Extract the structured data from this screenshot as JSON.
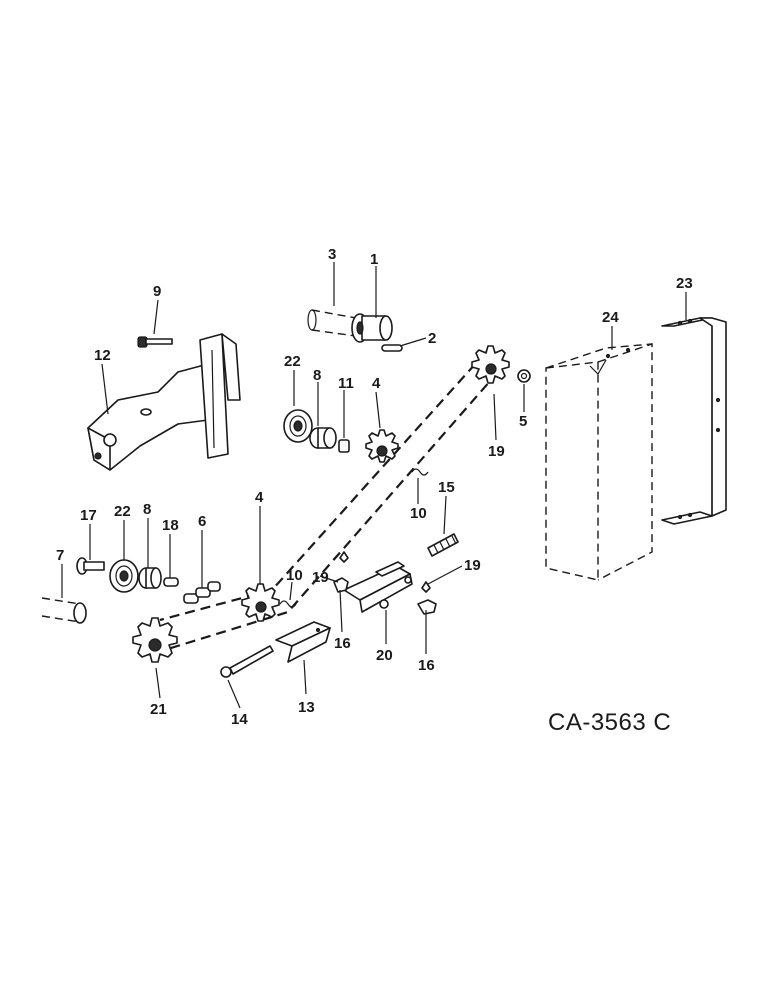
{
  "diagram": {
    "code": "CA-3563 C",
    "callouts": {
      "p1": "1",
      "p2": "2",
      "p3": "3",
      "p4a": "4",
      "p4b": "4",
      "p5": "5",
      "p6": "6",
      "p7": "7",
      "p8a": "8",
      "p8b": "8",
      "p9": "9",
      "p10a": "10",
      "p10b": "10",
      "p11": "11",
      "p12": "12",
      "p13": "13",
      "p14": "14",
      "p15": "15",
      "p16a": "16",
      "p16b": "16",
      "p17": "17",
      "p18": "18",
      "p19a": "19",
      "p19b": "19",
      "p19c": "19",
      "p20": "20",
      "p21": "21",
      "p22a": "22",
      "p22b": "22",
      "p23": "23",
      "p24": "24"
    }
  }
}
